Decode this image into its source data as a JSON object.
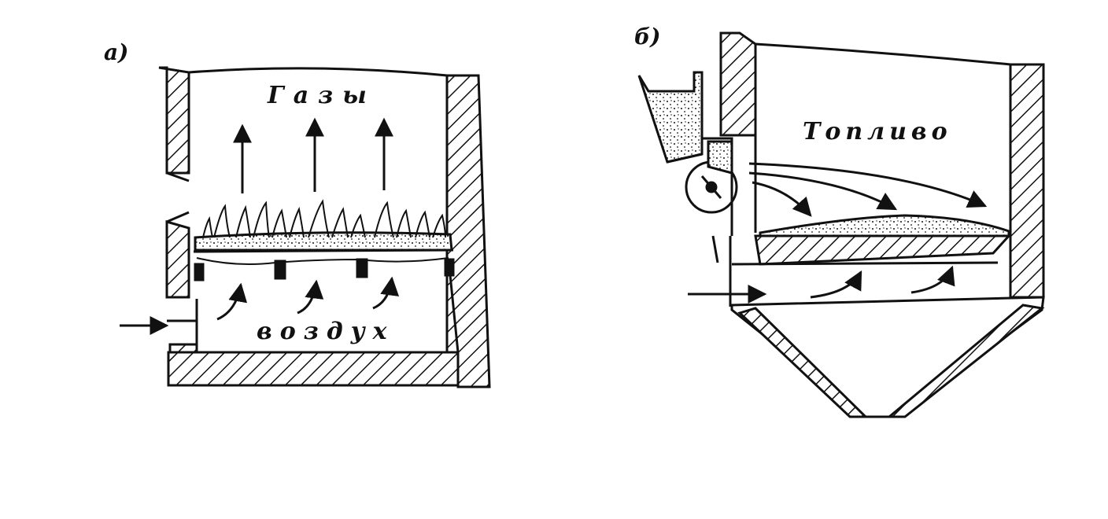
{
  "diagram": {
    "panel_a": {
      "label": "а)",
      "gases_label": "Газы",
      "air_label": "воздух"
    },
    "panel_b": {
      "label": "б)",
      "fuel_label": "Топливо"
    }
  },
  "colors": {
    "ink": "#111111",
    "background": "#ffffff"
  }
}
